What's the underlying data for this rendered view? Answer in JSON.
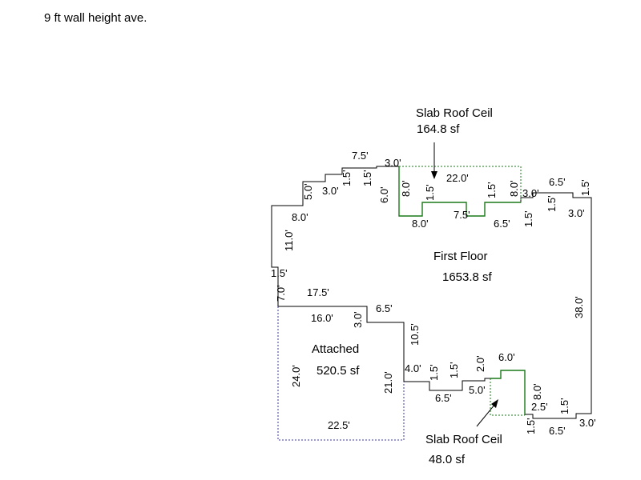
{
  "header": {
    "note": "9 ft wall height ave."
  },
  "areas": {
    "first_floor": {
      "name": "First Floor",
      "area": "1653.8 sf"
    },
    "attached": {
      "name": "Attached",
      "area": "520.5 sf"
    },
    "slab_top": {
      "name": "Slab Roof Ceil",
      "area": "164.8 sf"
    },
    "slab_bottom": {
      "name": "Slab Roof Ceil",
      "area": "48.0 sf"
    }
  },
  "dimensions": {
    "d_7_5_top": "7.5'",
    "d_3_0_top": "3.0'",
    "d_1_5_a": "1.5'",
    "d_1_5_b": "1.5'",
    "d_5_0_left": "5.0'",
    "d_3_0_left": "3.0'",
    "d_6_0": "6.0'",
    "d_8_0_left_top": "8.0'",
    "d_11_0": "11.0'",
    "d_1_5_left": "1.5'",
    "d_7_0_left": "7.0'",
    "d_17_5": "17.5'",
    "d_8_0_slab_left": "8.0'",
    "d_22_0": "22.0'",
    "d_1_5_slab_a": "1.5'",
    "d_1_5_slab_b": "1.5'",
    "d_8_0_slab_right": "8.0'",
    "d_8_0_bottom": "8.0'",
    "d_7_5_bottom": "7.5'",
    "d_6_5_slab": "6.5'",
    "d_3_0_right_top": "3.0'",
    "d_1_5_right_a": "1.5'",
    "d_6_5_right_top": "6.5'",
    "d_1_5_right_b": "1.5'",
    "d_1_5_right_c": "1.5'",
    "d_3_0_right": "3.0'",
    "d_38_0": "38.0'",
    "d_16_0": "16.0'",
    "d_3_0_mid": "3.0'",
    "d_6_5_mid": "6.5'",
    "d_10_5": "10.5'",
    "d_24_0": "24.0'",
    "d_21_0": "21.0'",
    "d_22_5": "22.5'",
    "d_4_0": "4.0'",
    "d_1_5_low_a": "1.5'",
    "d_1_5_low_b": "1.5'",
    "d_6_5_low": "6.5'",
    "d_2_0": "2.0'",
    "d_5_0_low": "5.0'",
    "d_6_0_low": "6.0'",
    "d_8_0_low": "8.0'",
    "d_2_5": "2.5'",
    "d_1_5_low_c": "1.5'",
    "d_1_5_low_d": "1.5'",
    "d_6_5_bottom": "6.5'",
    "d_3_0_bottom": "3.0'"
  },
  "colors": {
    "wall": "#000000",
    "slab": "#1a7a1a",
    "attached": "#3a3a9a"
  }
}
